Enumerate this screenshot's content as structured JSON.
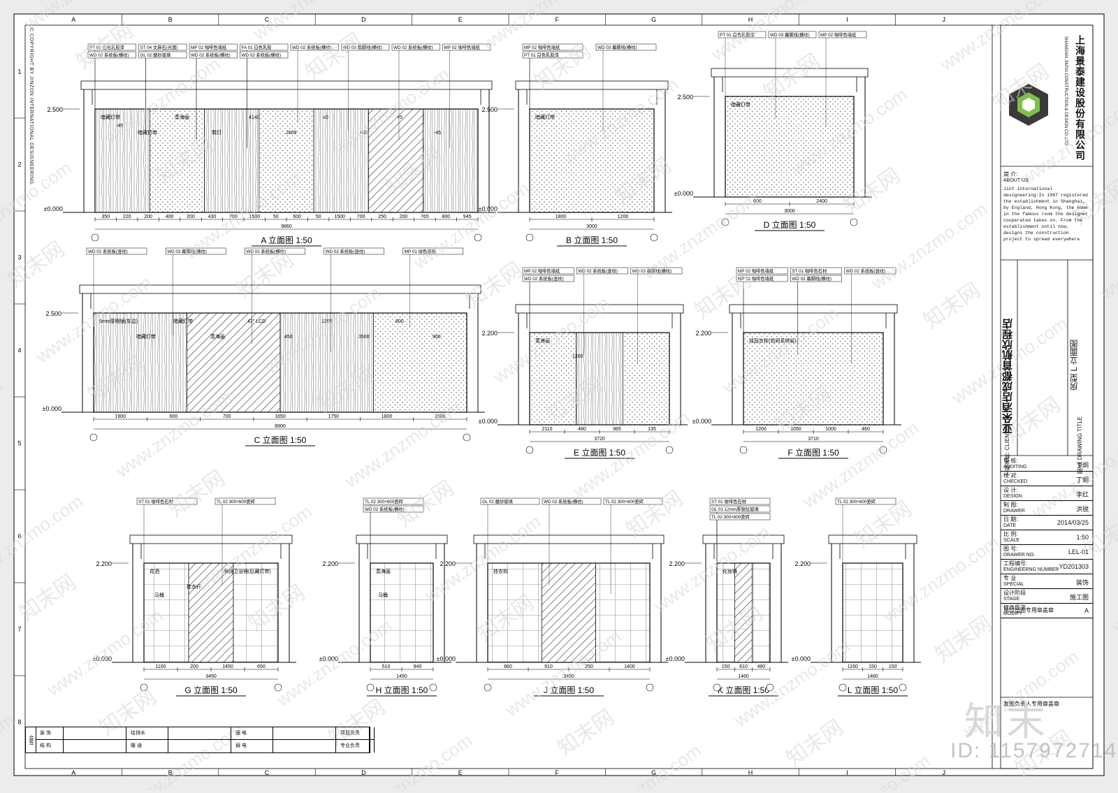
{
  "grid": {
    "cols": [
      "A",
      "B",
      "C",
      "D",
      "E",
      "F",
      "G",
      "H",
      "I",
      "J"
    ],
    "rows": [
      "1",
      "2",
      "3",
      "4",
      "5",
      "6",
      "7",
      "8"
    ]
  },
  "copyright": "C COPYRIGHT BY JINZON INTERNATIONAL DESIGNEERING.",
  "elevations": [
    {
      "id": "A",
      "title": "A 立面图 1:50",
      "height_mark": "2.500",
      "floor_mark": "±0.000",
      "total": "9860",
      "dims": [
        "350",
        "220",
        "200",
        "400",
        "200",
        "430",
        "700",
        "1500",
        "50",
        "600",
        "50",
        "1500",
        "700",
        "250",
        "200",
        "765",
        "800",
        "945"
      ],
      "tags": [
        "PT 01 白色乳胶漆",
        "ST 04 文麻石(光面)",
        "MP 02 咖啡色墙纸",
        "FA 01 白色乳胶",
        "WD 02 系统板(横纹)",
        "WD 03 幕脚线(横纹)",
        "WD 02 系统板(横纹)",
        "MP 02 咖啡色墙纸",
        "WD 02 系统板(横纹)",
        "GL 02 磨砂玻璃",
        "WD 02 系统板(横纹)",
        "WD 02 系统板(横纹)"
      ],
      "notes": [
        "暗藏灯带",
        "暗藏灯带",
        "蒸海画",
        "筒灯",
        "4140",
        "2609",
        "±0",
        "+30",
        "+5",
        "-45",
        "-45"
      ]
    },
    {
      "id": "B",
      "title": "B 立面图 1:50",
      "height_mark": "2.500",
      "floor_mark": "±0.000",
      "total": "3000",
      "dims": [
        "1800",
        "1200"
      ],
      "tags": [
        "MP 02 咖啡色墙纸",
        "WD 03 幕脚线(横纹)",
        "PT 01 白色乳胶漆"
      ],
      "notes": [
        "暗藏灯带"
      ]
    },
    {
      "id": "D",
      "title": "D 立面图 1:50",
      "height_mark": "2.500",
      "floor_mark": "±0.000",
      "total": "3000",
      "dims": [
        "600",
        "2400"
      ],
      "tags": [
        "PT 01 白色乳胶漆",
        "WD 03 幕脚线(横纹)",
        "MP 02 咖啡色墙纸"
      ],
      "notes": [
        "暗藏灯带"
      ]
    },
    {
      "id": "C",
      "title": "C 立面图 1:50",
      "height_mark": "2.500",
      "floor_mark": "±0.000",
      "total": "8900",
      "dims": [
        "1900",
        "600",
        "700",
        "1650",
        "1750",
        "1800",
        "1500"
      ],
      "tags": [
        "WD 02 系统板(竖纹)",
        "WD 03 幕脚线(横纹)",
        "WD 02 系统板(横纹)",
        "WD 02 系统板(竖纹)",
        "MP 01 绿色墙纸"
      ],
      "notes": [
        "5mm厚明镜(车边)",
        "暗藏灯带",
        "暗藏灯带",
        "蒸海画",
        "42\" LCD",
        "450",
        "1200",
        "3500",
        "800",
        "900"
      ]
    },
    {
      "id": "E",
      "title": "E 立面图 1:50",
      "height_mark": "2.200",
      "floor_mark": "±0.000",
      "total": "3720",
      "dims": [
        "2110",
        "480",
        "985",
        "135"
      ],
      "tags": [
        "MP 02 咖啡色墙纸",
        "WD 02 系统板(竖纹)",
        "WD 03 幕脚线(横纹)",
        "WD 02 系统板(竖纹)"
      ],
      "notes": [
        "蒸海画",
        "1200"
      ]
    },
    {
      "id": "F",
      "title": "F 立面图 1:50",
      "height_mark": "2.200",
      "floor_mark": "±0.000",
      "total": "3710",
      "dims": [
        "1200",
        "1050",
        "1000",
        "460"
      ],
      "tags": [
        "MP 02 咖啡色墙纸",
        "ST 01 咖啡色石材",
        "WD 02 系统板(竖纹)",
        "MP 02 咖啡色墙纸",
        "WD 03 幕脚线(横纹)"
      ],
      "notes": [
        "成品衣柜(色同系统板)"
      ]
    },
    {
      "id": "G",
      "title": "G 立面图 1:50",
      "height_mark": "2.200",
      "floor_mark": "±0.000",
      "total": "3450",
      "dims": [
        "1100",
        "200",
        "1450",
        "650"
      ],
      "tags": [
        "ST 01 咖啡色石材",
        "TL 02 300×600瓷砖"
      ],
      "notes": [
        "花洒",
        "挂衣杆",
        "明镜卫浴镜(后藏灯带)",
        "马桶"
      ]
    },
    {
      "id": "H",
      "title": "H 立面图 1:50",
      "height_mark": "2.200",
      "floor_mark": "±0.000",
      "total": "1450",
      "dims": [
        "510",
        "940"
      ],
      "tags": [
        "TL 02 300×600瓷砖",
        "WD 02 系统板(横纹)"
      ],
      "notes": [
        "蒸海画",
        "马桶"
      ]
    },
    {
      "id": "J",
      "title": "J 立面图 1:50",
      "height_mark": "2.200",
      "floor_mark": "±0.000",
      "total": "3450",
      "dims": [
        "860",
        "910",
        "250",
        "1400"
      ],
      "tags": [
        "GL 02 磨砂玻璃",
        "WD 02 系统板(横纹)",
        "TL 02 300×600瓷砖"
      ],
      "notes": [
        "挂衣钩"
      ]
    },
    {
      "id": "K",
      "title": "K 立面图 1:50",
      "height_mark": "2.200",
      "floor_mark": "±0.000",
      "total": "1460",
      "dims": [
        "150",
        "810",
        "490"
      ],
      "tags": [
        "ST 01 咖啡色石材",
        "GL 01 12mm厚钢化玻璃",
        "TL 02 300×600瓷砖"
      ],
      "notes": [
        "化妆镜"
      ]
    },
    {
      "id": "L",
      "title": "L 立面图 1:50",
      "height_mark": "2.200",
      "floor_mark": "±0.000",
      "total": "1460",
      "dims": [
        "1160",
        "150",
        "150"
      ],
      "tags": [
        "TL 02 300×600瓷砖"
      ],
      "notes": []
    }
  ],
  "title_block": {
    "company_cn": "上海景泰建设股份有限公司",
    "company_en": "SHANGHAI JINTAI CONSTRUCTION & DESIGN CO.,LTD",
    "about_label_cn": "简 介:",
    "about_label_en": "ABOUT US:",
    "about_text": "Jint international designeering:In 1987 registered the establishment in Shanghai, by England, Hong Kong, the home in the famous room the designer cooperated takes on. From the establishment until now, designs the construction project to spread everywhere",
    "project_label_cn": "工程名称:",
    "project_label_en": "CLIENT/SITE",
    "project_name": "亚朵酒店成都首航欣程店",
    "drawing_label_cn": "图名:",
    "drawing_label_en": "DRAWING TITLE",
    "drawing_name": "房型 L 立面图",
    "rows": [
      {
        "cn": "审 核:",
        "en": "AUDITING",
        "value": "丁炯"
      },
      {
        "cn": "校 对:",
        "en": "CHECKED",
        "value": "丁炯"
      },
      {
        "cn": "设 计:",
        "en": "DESIGN",
        "value": "李红"
      },
      {
        "cn": "制 图:",
        "en": "DRAWER",
        "value": "洪锐"
      },
      {
        "cn": "日 期:",
        "en": "DATE",
        "value": "2014/03/25"
      },
      {
        "cn": "比 例:",
        "en": "SCALE",
        "value": "1:50"
      },
      {
        "cn": "图 号:",
        "en": "DRAWER NO.",
        "value": "LEL-01"
      },
      {
        "cn": "工程编号:",
        "en": "ENGINEERNG NUMBER",
        "value": "YD201303"
      },
      {
        "cn": "专 业",
        "en": "SPECIAL",
        "value": "装饰"
      },
      {
        "cn": "设计阶段",
        "en": "STAGE",
        "value": "施工图"
      },
      {
        "cn": "修改版次",
        "en": "MODIFY",
        "value": "A"
      }
    ],
    "seal_label": "单位出图专用章盖章",
    "responsible_label": "发图负责人专用章盖章"
  },
  "sign_table": {
    "side": "会签",
    "cells": [
      [
        "装 饰",
        "",
        "给排水",
        "",
        "强 电",
        "",
        "项目负责",
        ""
      ],
      [
        "结 构",
        "",
        "暖 通",
        "",
        "弱 电",
        "",
        "专业负责",
        ""
      ]
    ]
  },
  "watermark": {
    "site": "www.znzmo.com",
    "brand": "知末网",
    "logo": "知末",
    "id": "ID: 1157972714"
  }
}
